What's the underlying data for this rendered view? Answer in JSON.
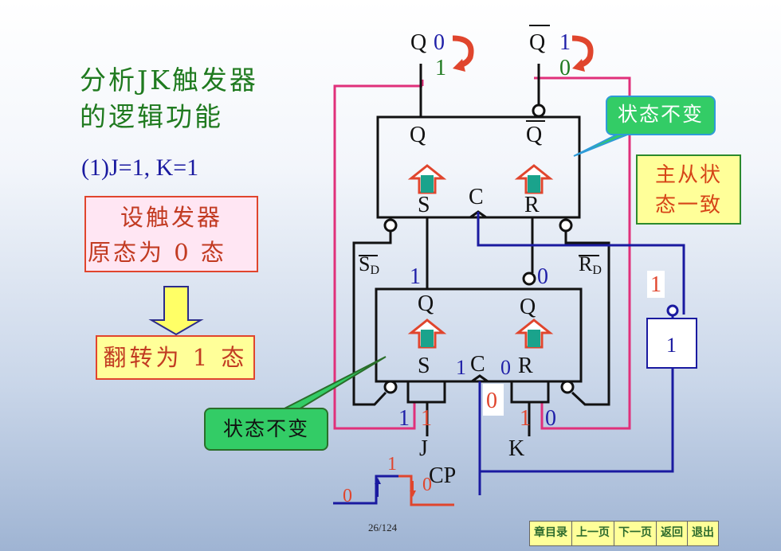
{
  "title": {
    "line1": "分析JK触发器",
    "line2": "的逻辑功能"
  },
  "case_label": "(1)J=1, K=1",
  "assume_box": {
    "line1": "设触发器",
    "line2": "原态为 0 态"
  },
  "result_box": "翻转为 1 态",
  "side_box": {
    "line1": "主从状",
    "line2": "态一致"
  },
  "callout_top": "状态不变",
  "callout_bottom": "状态不变",
  "outputs": {
    "q_label": "Q",
    "q_old": "0",
    "q_new": "1",
    "qbar_label": "Q",
    "qbar_old": "1",
    "qbar_new": "0"
  },
  "master_slave": {
    "upper": {
      "q": "Q",
      "qbar": "Q",
      "s": "S",
      "c": "C",
      "r": "R"
    },
    "lower": {
      "q": "Q",
      "qbar": "Q",
      "s": "S",
      "c": "C",
      "r": "R",
      "c_val": "1",
      "r_val": "0"
    },
    "sd_label": "S",
    "sd_sub": "D",
    "rd_label": "R",
    "rd_sub": "D",
    "mid_left_val": "1",
    "mid_right_val": "0"
  },
  "inputs": {
    "j_label": "J",
    "k_label": "K",
    "j_fb": "1",
    "j_val": "1",
    "k_val": "1",
    "k_fb": "0",
    "clk_mid": "0"
  },
  "inverter": {
    "label": "1",
    "input_val": "1"
  },
  "cp": {
    "label": "CP",
    "low_val": "0",
    "high_val": "1",
    "fall_val": "0"
  },
  "page_number": "26/124",
  "nav": [
    "章目录",
    "上一页",
    "下一页",
    "返回",
    "退出"
  ],
  "colors": {
    "blue": "#1f1fa8",
    "red": "#e0452d",
    "green": "#1f7a1f",
    "pink_wire": "#e0307a",
    "navy_wire": "#1a1aa0"
  }
}
